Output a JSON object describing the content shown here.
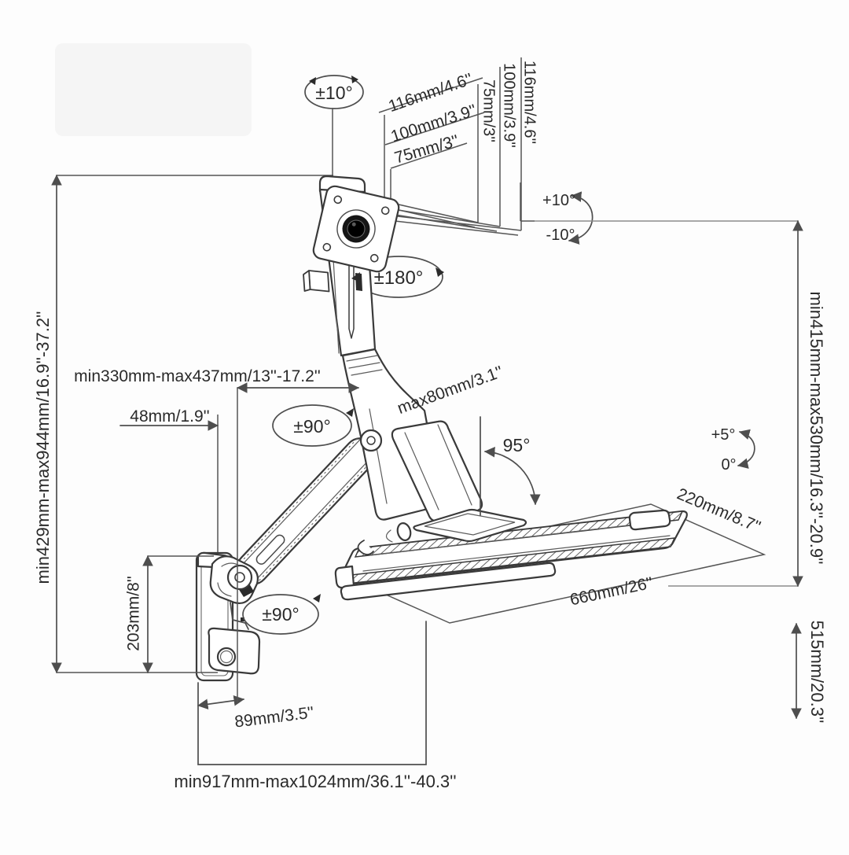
{
  "labels": {
    "vesa_width": {
      "v116": "116mm/4.6''",
      "v100": "100mm/3.9''",
      "v75": "75mm/3''"
    },
    "vesa_height": {
      "v75": "75mm/3''",
      "v100": "100mm/3.9''",
      "v116": "116mm/4.6''"
    },
    "angles": {
      "tilt": "±10°",
      "tilt_up": "+10°",
      "tilt_down": "-10°",
      "rotation": "±180°",
      "swivel_upper": "±90°",
      "swivel_lower": "±90°",
      "tray_angle": "95°",
      "tray_tilt_up": "+5°",
      "tray_tilt_zero": "0°"
    },
    "dimensions": {
      "reach": "min330mm-max437mm/13''-17.2''",
      "wall_offset": "48mm/1.9''",
      "slide": "max80mm/3.1''",
      "tray_depth": "220mm/8.7''",
      "tray_width": "660mm/26''",
      "wall_plate_height": "203mm/8''",
      "wall_plate_width": "89mm/3.5''",
      "total_height": "min917mm-max1024mm/36.1''-40.3''",
      "height_left": "min429mm-max944mm/16.9''-37.2''",
      "height_right": "min415mm-max530mm/16.3''-20.9''",
      "bottom_clearance": "515mm/20.3''"
    }
  },
  "colors": {
    "background": "#fdfdfd",
    "machine_line": "#3a3a3a",
    "dimension_line": "#4e4e4e",
    "extension_line": "#8c8c8c",
    "text": "#2a2a2a",
    "accent_dark": "#2b2b2b"
  }
}
